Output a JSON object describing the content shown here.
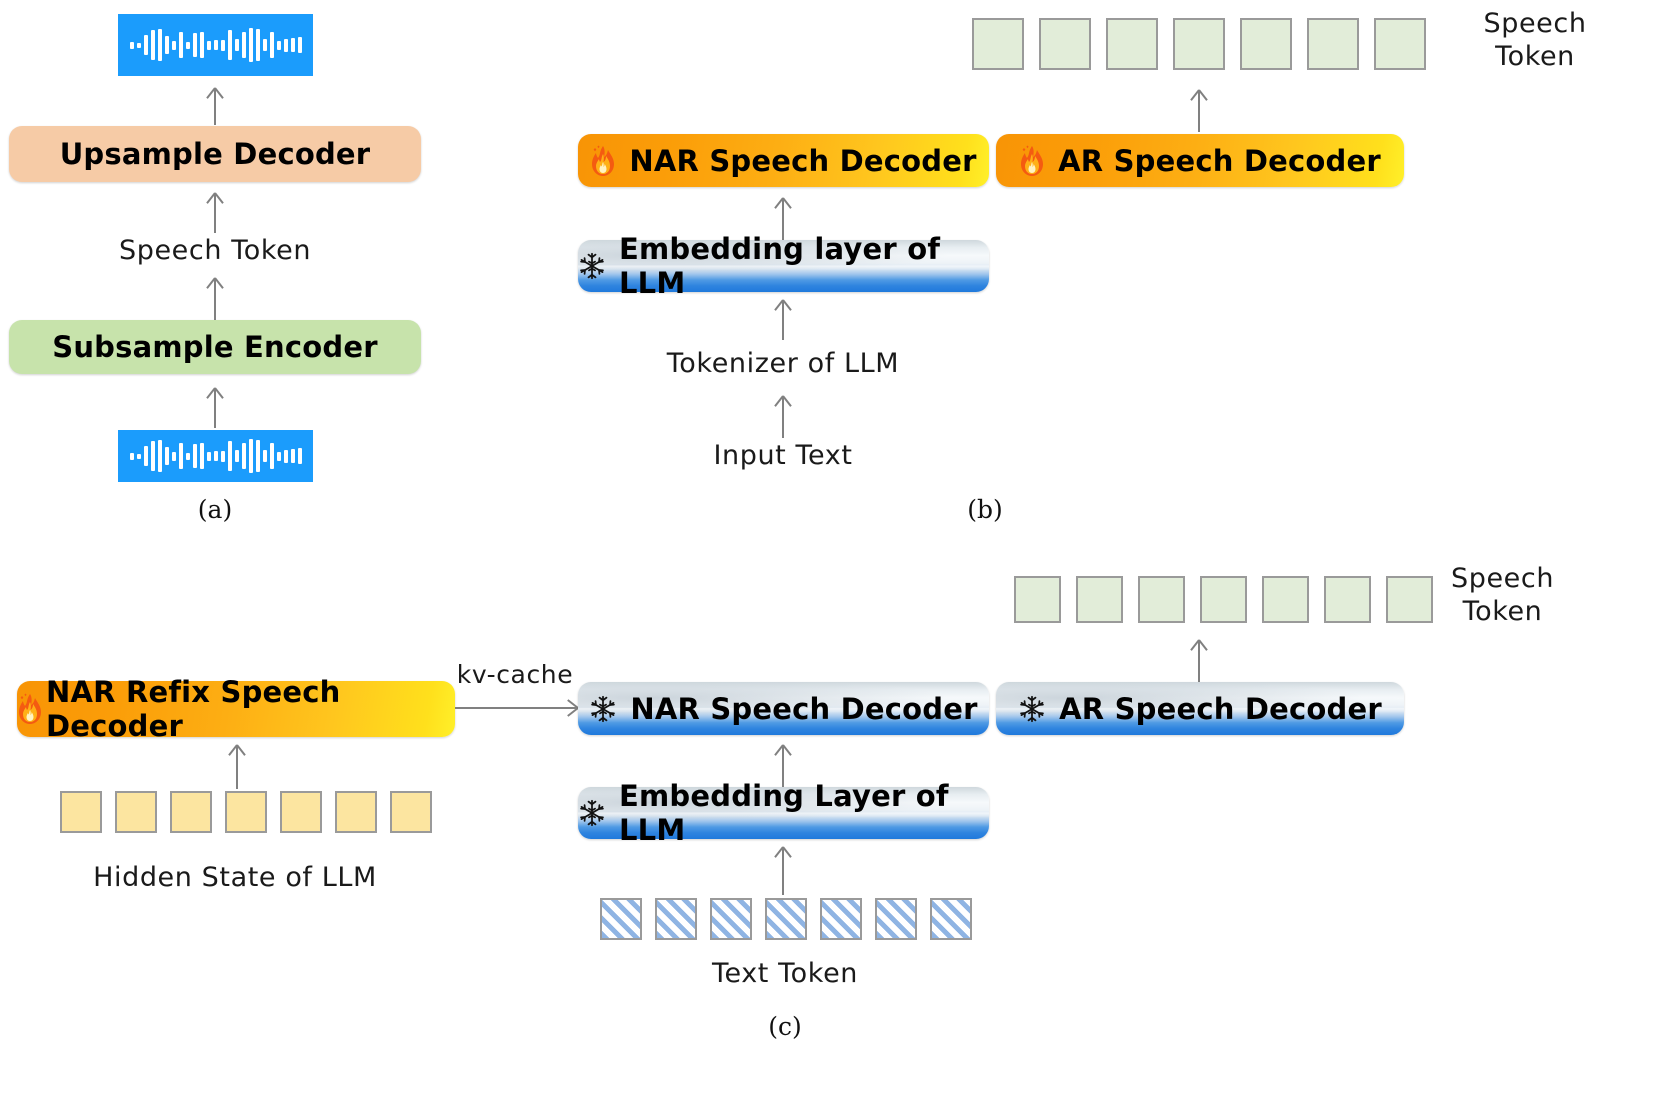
{
  "figure": {
    "title": "Speech token / decoder architecture figure",
    "panels": [
      {
        "id": "a",
        "label": "(a)"
      },
      {
        "id": "b",
        "label": "(b)"
      },
      {
        "id": "c",
        "label": "(c)"
      }
    ]
  },
  "colors": {
    "trainable_orange_start": "#f89406",
    "trainable_orange_end": "#fff02a",
    "frozen_ice_blue": "#1f79dc",
    "peach": "#f6cba6",
    "green": "#c7e3ab",
    "speech_token_fill": "#e2edd9",
    "hidden_state_fill": "#fce5a0",
    "text_token_hatch": "#8fb4e3",
    "waveform_blue": "#1b9cfc",
    "arrow_grey": "#808080",
    "token_border": "#9a9a9a"
  },
  "icons": {
    "fire": "fire-icon",
    "snowflake": "snowflake-icon",
    "waveform": "audio-waveform-icon"
  },
  "panel_a": {
    "label": "(a)",
    "top_waveform": "audio-waveform",
    "upsample_decoder": "Upsample Decoder",
    "mid_label": "Speech Token",
    "subsample_encoder": "Subsample Encoder",
    "bottom_waveform": "audio-waveform",
    "waveform_bars_top": [
      7,
      5,
      20,
      30,
      32,
      18,
      9,
      26,
      7,
      24,
      26,
      9,
      10,
      11,
      30,
      12,
      26,
      34,
      32,
      12,
      26,
      9,
      13,
      14,
      16
    ],
    "waveform_bars_bottom": [
      7,
      5,
      20,
      30,
      32,
      18,
      9,
      26,
      7,
      24,
      26,
      9,
      10,
      11,
      30,
      12,
      26,
      34,
      32,
      12,
      26,
      9,
      13,
      14,
      16
    ]
  },
  "panel_b": {
    "label": "(b)",
    "speech_token_label": "Speech\nToken",
    "speech_token_count": 7,
    "nar_decoder": {
      "title": "NAR Speech Decoder",
      "state": "trainable",
      "icon": "fire-icon"
    },
    "ar_decoder": {
      "title": "AR Speech Decoder",
      "state": "trainable",
      "icon": "fire-icon"
    },
    "embedding": {
      "title": "Embedding layer of LLM",
      "state": "frozen",
      "icon": "snowflake-icon"
    },
    "tokenizer_label": "Tokenizer of LLM",
    "input_label": "Input Text"
  },
  "panel_c": {
    "label": "(c)",
    "speech_token_label": "Speech\nToken",
    "speech_token_count": 7,
    "refix_decoder": {
      "title": "NAR Refix Speech Decoder",
      "state": "trainable",
      "icon": "fire-icon"
    },
    "kv_cache_label": "kv-cache",
    "nar_decoder": {
      "title": "NAR Speech Decoder",
      "state": "frozen",
      "icon": "snowflake-icon"
    },
    "ar_decoder": {
      "title": "AR Speech Decoder",
      "state": "frozen",
      "icon": "snowflake-icon"
    },
    "embedding": {
      "title": "Embedding Layer of LLM",
      "state": "frozen",
      "icon": "snowflake-icon"
    },
    "hidden_state_label": "Hidden State of LLM",
    "hidden_state_count": 7,
    "text_token_label": "Text Token",
    "text_token_count": 7
  }
}
